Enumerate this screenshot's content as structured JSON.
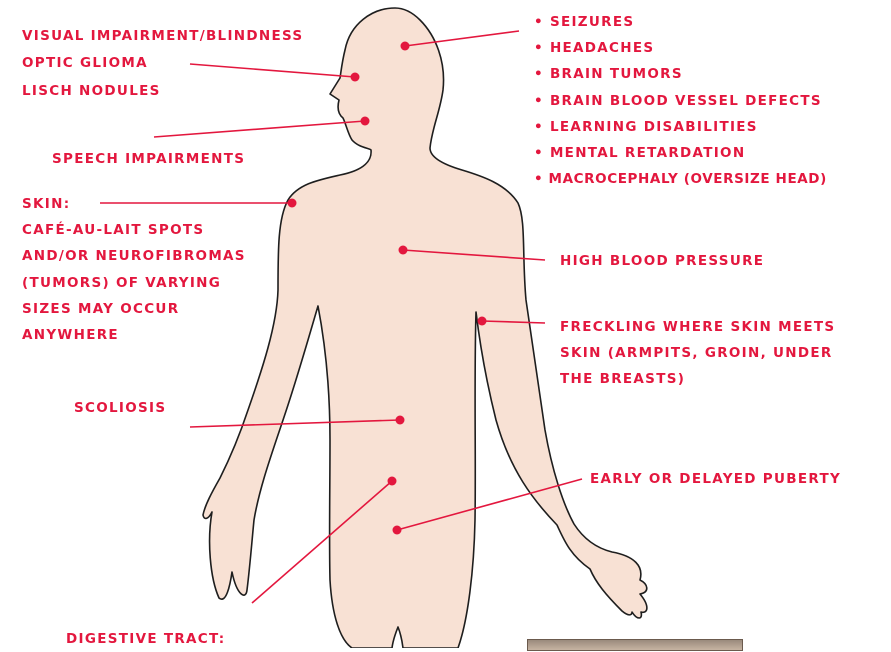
{
  "colors": {
    "label": "#e3173e",
    "body_fill": "#f8e1d4",
    "body_outline": "#1e1e1e",
    "line": "#e3173e"
  },
  "labels": {
    "visual": "VISUAL IMPAIRMENT/BLINDNESS",
    "optic": "OPTIC GLIOMA",
    "lisch": "LISCH NODULES",
    "speech": "SPEECH IMPAIRMENTS",
    "skin_lines": [
      "SKIN:",
      "CAFÉ-AU-LAIT SPOTS",
      "AND/OR NEUROFIBROMAS",
      "(TUMORS) OF VARYING",
      "SIZES MAY OCCUR",
      "ANYWHERE"
    ],
    "scoliosis": "SCOLIOSIS",
    "digestive": "DIGESTIVE TRACT:",
    "head_list": [
      "SEIZURES",
      "HEADACHES",
      "BRAIN TUMORS",
      "BRAIN BLOOD VESSEL DEFECTS",
      "LEARNING DISABILITIES",
      "MENTAL RETARDATION",
      "MACROCEPHALY (OVERSIZE HEAD)"
    ],
    "blood_pressure": "HIGH BLOOD PRESSURE",
    "freckling_lines": [
      "FRECKLING WHERE SKIN MEETS",
      "SKIN (ARMPITS, GROIN, UNDER",
      "THE BREASTS)"
    ],
    "puberty": "EARLY OR DELAYED PUBERTY"
  }
}
